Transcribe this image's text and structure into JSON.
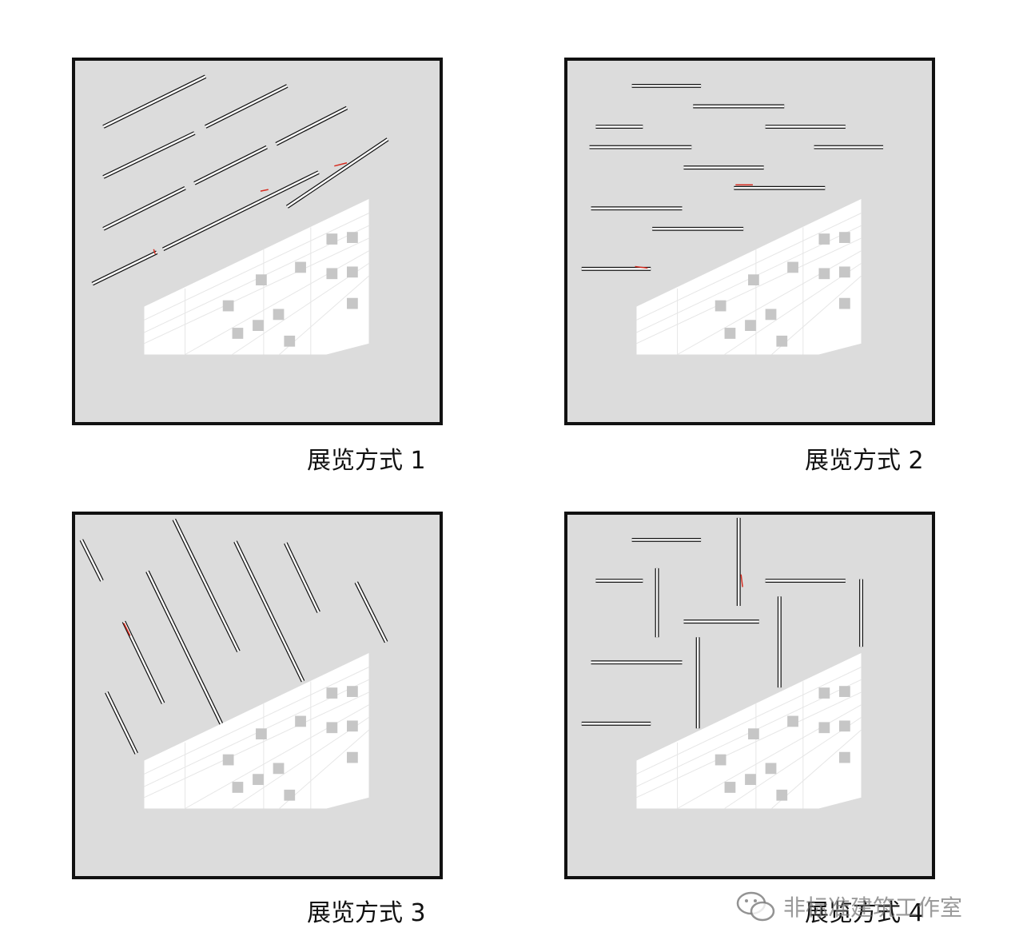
{
  "panels": [
    {
      "caption": "展览方式 1",
      "layout": "diagonal walls parallel to building edge"
    },
    {
      "caption": "展览方式 2",
      "layout": "horizontal walls"
    },
    {
      "caption": "展览方式 3",
      "layout": "steep diagonal walls"
    },
    {
      "caption": "展览方式 4",
      "layout": "mixed horizontal and vertical walls"
    }
  ],
  "watermark": {
    "icon": "wechat-icon",
    "text": "非标准建筑工作室"
  },
  "colors": {
    "panel_bg": "#dcdcdc",
    "frame": "#111111",
    "building": "#ffffff",
    "accent": "#d62b1f"
  }
}
